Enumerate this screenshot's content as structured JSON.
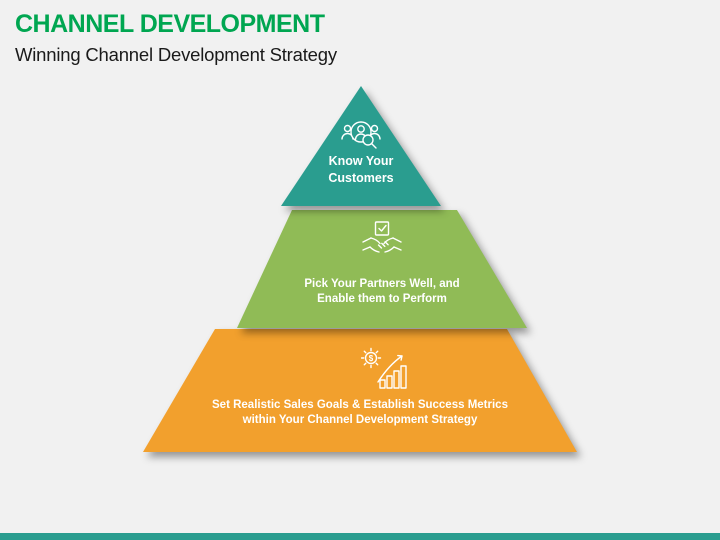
{
  "slide": {
    "title": "CHANNEL DEVELOPMENT",
    "subtitle": "Winning Channel Development Strategy",
    "colors": {
      "background": "#F1F1F1",
      "title": "#00A651",
      "subtitle_text": "#1A1A1A",
      "accent_bar": "#2A9D8F",
      "tier_text": "#FFFFFF"
    }
  },
  "pyramid": {
    "tiers": [
      {
        "name": "know-your-customers",
        "icon": "customer-search-icon",
        "color": "#2A9D8F",
        "line1": "Know Your",
        "line2": "Customers"
      },
      {
        "name": "pick-your-partners",
        "icon": "handshake-agreement-icon",
        "color": "#90BB56",
        "line1": "Pick Your Partners Well, and",
        "line2": "Enable them to Perform"
      },
      {
        "name": "sales-goals-metrics",
        "icon": "sales-growth-icon",
        "color": "#F2A02D",
        "line1": "Set Realistic Sales Goals & Establish Success Metrics",
        "line2": "within Your Channel Development Strategy"
      }
    ]
  }
}
